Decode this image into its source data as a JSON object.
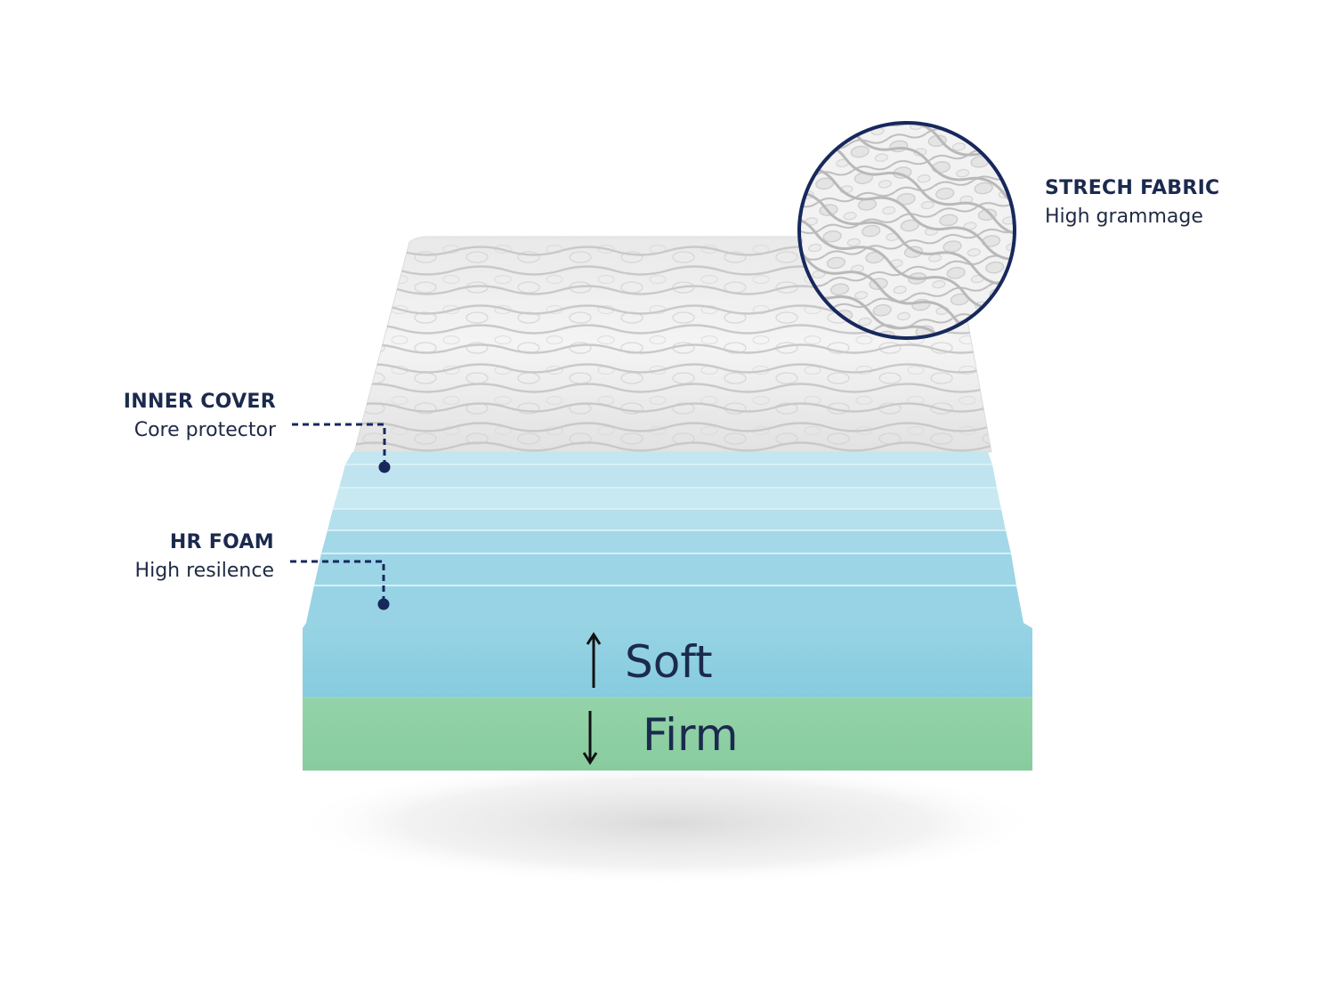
{
  "callouts": {
    "inner_cover": {
      "title": "INNER COVER",
      "subtitle": "Core protector"
    },
    "hr_foam": {
      "title": "HR FOAM",
      "subtitle": "High resilence"
    },
    "stretch_fabric": {
      "title": "STRECH FABRIC",
      "subtitle": "High grammage"
    }
  },
  "firmness": {
    "soft_label": "Soft",
    "firm_label": "Firm"
  },
  "colors": {
    "text_navy": "#1b2a4e",
    "callout_navy": "#17285c",
    "cover_white": "#f1f1f1",
    "foam_blue": "#8ccfe0",
    "foam_light_blue": "#c7e8f1",
    "foam_green": "#8fd1a6"
  }
}
